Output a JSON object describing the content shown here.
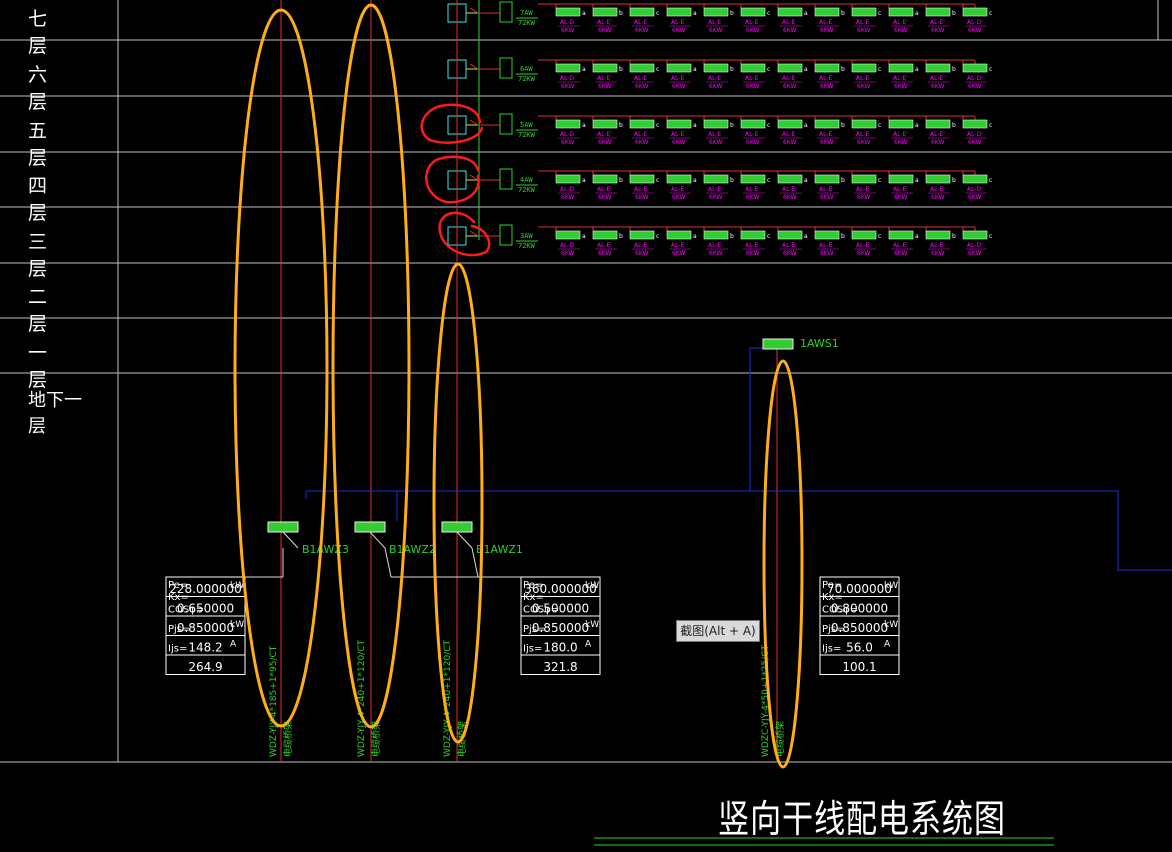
{
  "floors": [
    "七 层",
    "六 层",
    "五 层",
    "四 层",
    "三 层",
    "二 层",
    "一 层",
    "地下一层"
  ],
  "floor_panels": [
    {
      "name": "7AW",
      "power": "72KW"
    },
    {
      "name": "6AW",
      "power": "72KW"
    },
    {
      "name": "5AW",
      "power": "72KW"
    },
    {
      "name": "4AW",
      "power": "72KW"
    },
    {
      "name": "3AW",
      "power": "72KW"
    }
  ],
  "unit_boxes": [
    {
      "label": "AL-D",
      "phase": "a"
    },
    {
      "label": "AL-E'",
      "phase": "b"
    },
    {
      "label": "AL-E",
      "phase": "c"
    },
    {
      "label": "AL-E",
      "phase": "a"
    },
    {
      "label": "AL-E",
      "phase": "b"
    },
    {
      "label": "AL-E",
      "phase": "c"
    },
    {
      "label": "AL-E",
      "phase": "a"
    },
    {
      "label": "AL-E",
      "phase": "b"
    },
    {
      "label": "AL-E",
      "phase": "c"
    },
    {
      "label": "AL-E'",
      "phase": "a"
    },
    {
      "label": "AL-E'",
      "phase": "b"
    },
    {
      "label": "AL-D'",
      "phase": "c"
    }
  ],
  "unit_power": "6KW",
  "basement_panels": [
    "B1AWZ3",
    "B1AWZ2",
    "B1AWZ1"
  ],
  "ws_panel": "1AWS1",
  "calc_row_labels": [
    "Pe=",
    "Kx=",
    "COSφ=",
    "Pjs=",
    "Ijs="
  ],
  "calc_units": [
    "kW",
    "kW",
    "A"
  ],
  "calc_tables": [
    {
      "values": [
        "228.000000",
        "0.650000",
        "0.850000",
        "148.2",
        "264.9"
      ]
    },
    {
      "values": [
        "360.000000",
        "0.500000",
        "0.850000",
        "180.0",
        "321.8"
      ]
    },
    {
      "values": [
        "70.000000",
        "0.800000",
        "0.850000",
        "56.0",
        "100.1"
      ]
    }
  ],
  "cables": [
    {
      "spec": "WDZ-YJY-4*185+1*95/CT",
      "note": "电缆桥架"
    },
    {
      "spec": "WDZ-YJY-4*240+1*120/CT",
      "note": "电缆桥架"
    },
    {
      "spec": "WDZ-YJY-4*240+1*120/CT",
      "note": "电缆桥架"
    },
    {
      "spec": "WDZC-YJY-4*50+1*25/CT",
      "note": "电缆桥架"
    }
  ],
  "tooltip": "截图(Alt + A)",
  "title": "竖向干线配电系统图",
  "colors": {
    "grid": "#bfbfbf",
    "riser": "#e0302c",
    "green": "#2bd22b",
    "magenta": "#ff00ff",
    "blue": "#1f2de0",
    "orange": "#ffae1a",
    "red_mark": "#ff1a1a"
  }
}
